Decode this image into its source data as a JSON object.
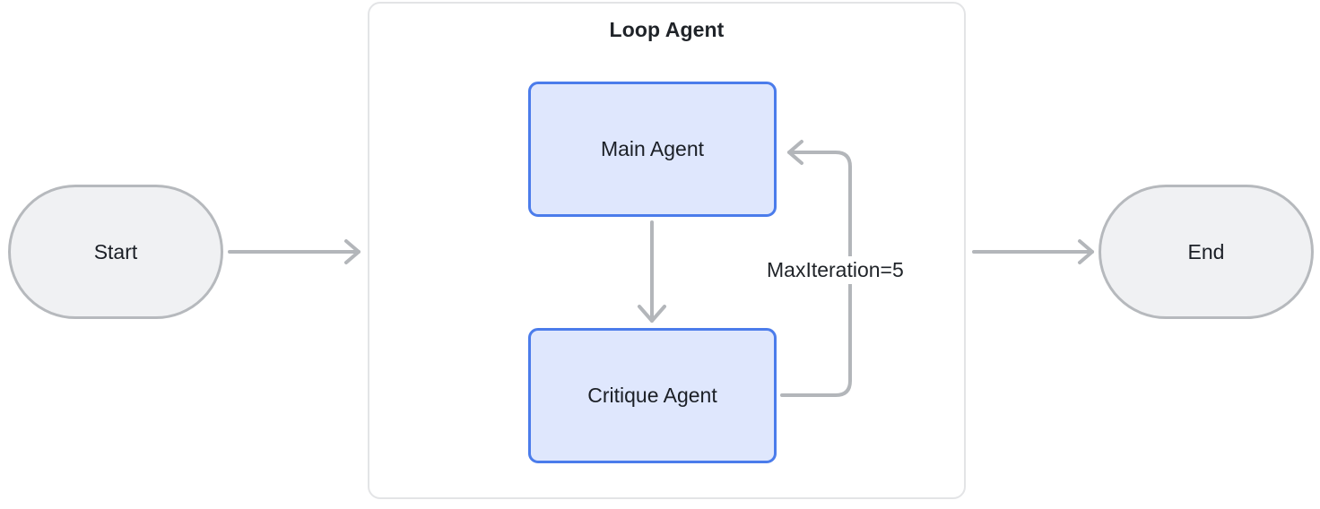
{
  "diagram": {
    "type": "flowchart",
    "title": "Loop Agent",
    "background_color": "#ffffff",
    "nodes": [
      {
        "id": "start",
        "label": "Start",
        "shape": "stadium",
        "fill": "#f0f1f3",
        "stroke": "#b6b9bd"
      },
      {
        "id": "main-agent",
        "label": "Main Agent",
        "shape": "rounded-rect",
        "fill": "#dfe7fd",
        "stroke": "#4b7ceb"
      },
      {
        "id": "critique-agent",
        "label": "Critique Agent",
        "shape": "rounded-rect",
        "fill": "#dfe7fd",
        "stroke": "#4b7ceb"
      },
      {
        "id": "end",
        "label": "End",
        "shape": "stadium",
        "fill": "#f0f1f3",
        "stroke": "#b6b9bd"
      }
    ],
    "container": {
      "id": "loop-agent",
      "label": "Loop Agent",
      "stroke": "#e3e4e6",
      "contains": [
        "main-agent",
        "critique-agent"
      ]
    },
    "edges": [
      {
        "id": "start-to-loop",
        "from": "start",
        "to": "loop-agent",
        "label": "",
        "stroke": "#b3b6ba"
      },
      {
        "id": "main-to-critique",
        "from": "main-agent",
        "to": "critique-agent",
        "label": "",
        "stroke": "#b3b6ba"
      },
      {
        "id": "critique-to-main",
        "from": "critique-agent",
        "to": "main-agent",
        "label": "MaxIteration=5",
        "stroke": "#b3b6ba"
      },
      {
        "id": "loop-to-end",
        "from": "loop-agent",
        "to": "end",
        "label": "",
        "stroke": "#b3b6ba"
      }
    ],
    "edge_labels": {
      "max_iteration": "MaxIteration=5"
    }
  }
}
